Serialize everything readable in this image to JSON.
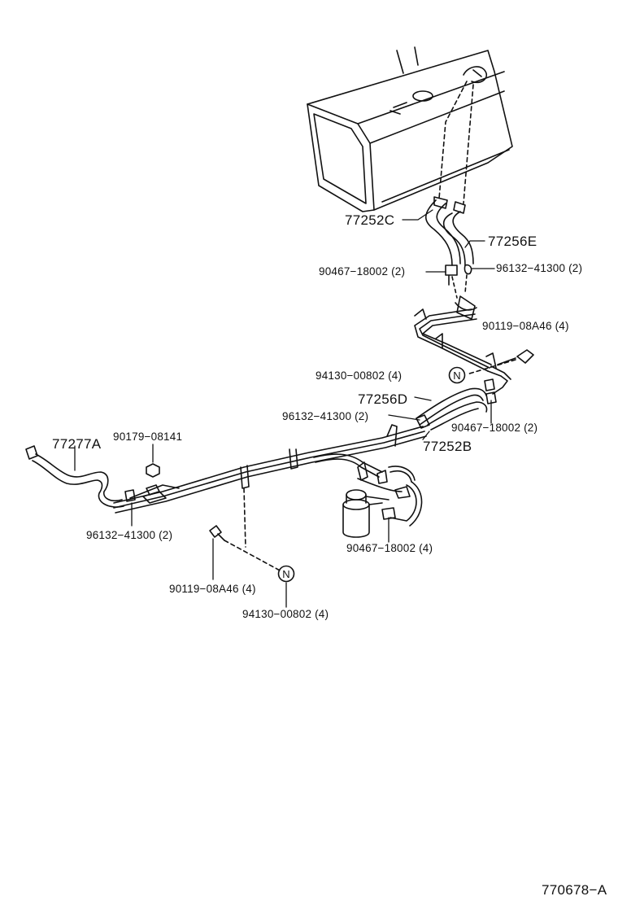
{
  "labels": {
    "hose_77252C": "77252C",
    "hose_77256E": "77256E",
    "clip_90467_top": "90467−18002 (2)",
    "clamp_96132_top": "96132−41300 (2)",
    "bolt_90119_right": "90119−08A46 (4)",
    "nut_94130_top": "94130−00802 (4)",
    "hose_77256D": "77256D",
    "clamp_96132_mid": "96132−41300 (2)",
    "clip_90467_mid": "90467−18002 (2)",
    "hose_77252B": "77252B",
    "hose_77277A": "77277A",
    "nut_90179": "90179−08141",
    "clamp_96132_left": "96132−41300 (2)",
    "clip_90467_bottom": "90467−18002 (4)",
    "bolt_90119_left": "90119−08A46 (4)",
    "nut_94130_bottom": "94130−00802 (4)",
    "figure_id": "770678−A",
    "n_mark": "N"
  }
}
